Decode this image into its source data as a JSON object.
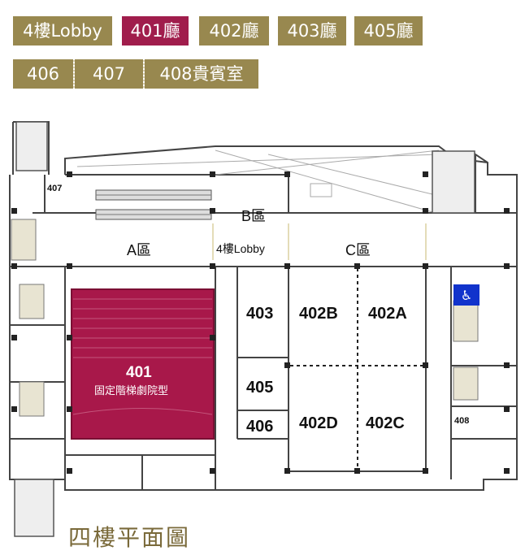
{
  "tabs": [
    {
      "label": "4樓Lobby",
      "active": false
    },
    {
      "label": "401廳",
      "active": true
    },
    {
      "label": "402廳",
      "active": false
    },
    {
      "label": "403廳",
      "active": false
    },
    {
      "label": "405廳",
      "active": false
    },
    {
      "label": "406",
      "active": false
    },
    {
      "label": "407",
      "active": false
    },
    {
      "label": "408貴賓室",
      "active": false
    }
  ],
  "floorplan": {
    "areas": {
      "a": "A區",
      "b": "B區",
      "c": "C區",
      "lobby": "4樓Lobby"
    },
    "rooms": {
      "r401": "401",
      "r401_desc": "固定階梯劇院型",
      "r402a": "402A",
      "r402b": "402B",
      "r402c": "402C",
      "r402d": "402D",
      "r403": "403",
      "r405": "405",
      "r406": "406",
      "r407": "407",
      "r408": "408"
    },
    "title": "四樓平面圖",
    "colors": {
      "tab": "#98884f",
      "tab_active": "#a01d4c",
      "room_401": "#a8184a",
      "wall": "#333333"
    }
  }
}
